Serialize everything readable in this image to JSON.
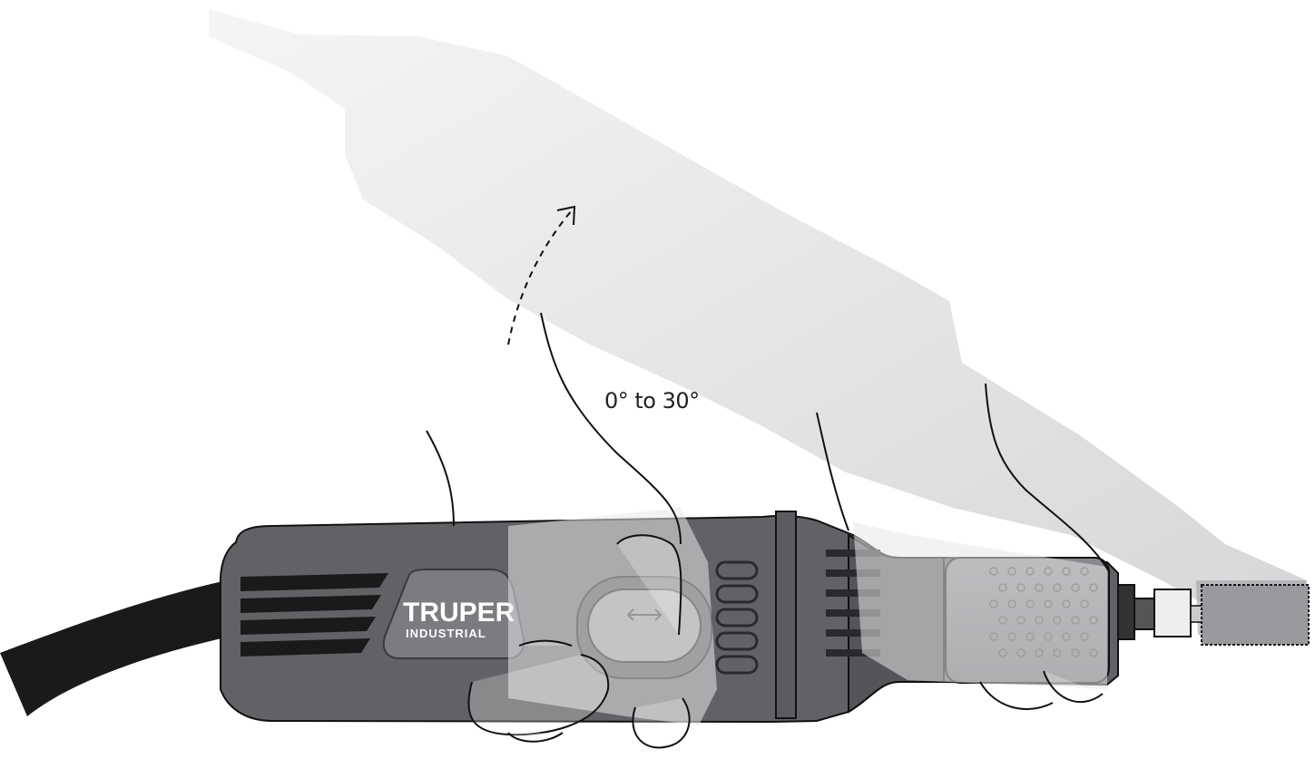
{
  "diagram": {
    "angle_label": "0° to 30°",
    "brand": {
      "name": "TRUPER",
      "subname": "INDUSTRIAL"
    },
    "colors": {
      "tool_body": "#626266",
      "tool_dark": "#3c3c40",
      "ghost_tool": "#dcdcde",
      "cord": "#1a1a1a",
      "outline": "#111111",
      "brand_panel": "#7b7b80"
    },
    "icons": [
      "curved-arrow-icon",
      "switch-arrow-icon"
    ]
  }
}
